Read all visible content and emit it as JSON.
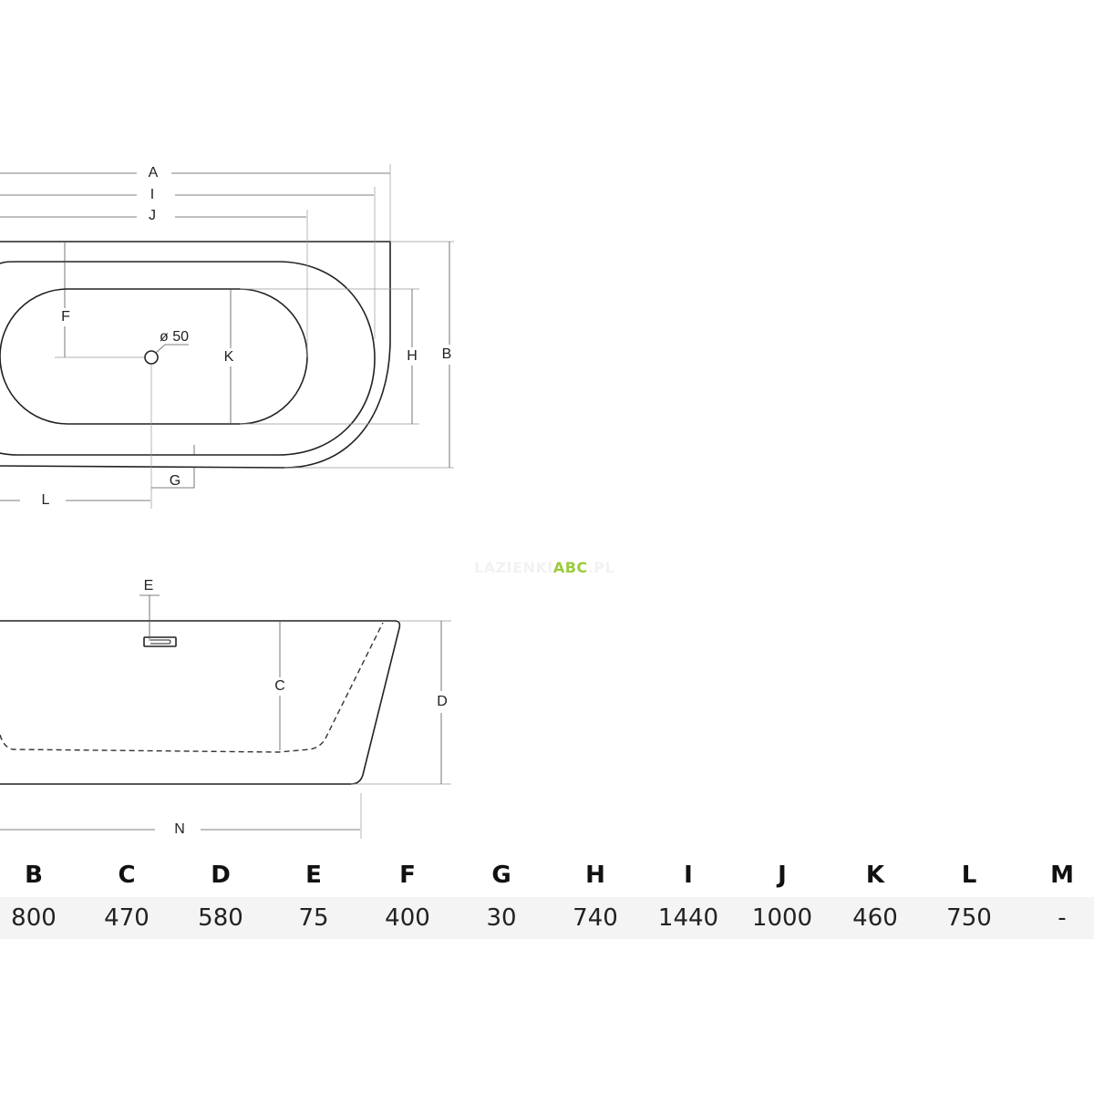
{
  "drawing": {
    "top_view_labels": {
      "A": "A",
      "I": "I",
      "J": "J",
      "F": "F",
      "K": "K",
      "H": "H",
      "B": "B",
      "G": "G",
      "L": "L",
      "drain": "ø 50"
    },
    "side_view_labels": {
      "E": "E",
      "C": "C",
      "D": "D",
      "N": "N"
    }
  },
  "watermark": {
    "part1": "LAZIENKI",
    "part2": "ABC",
    "part3": ".PL",
    "accent": "#9bcb3b"
  },
  "table": {
    "headers": [
      "B",
      "C",
      "D",
      "E",
      "F",
      "G",
      "H",
      "I",
      "J",
      "K",
      "L",
      "M"
    ],
    "values": [
      "800",
      "470",
      "580",
      "75",
      "400",
      "30",
      "740",
      "1440",
      "1000",
      "460",
      "750",
      "-"
    ]
  }
}
